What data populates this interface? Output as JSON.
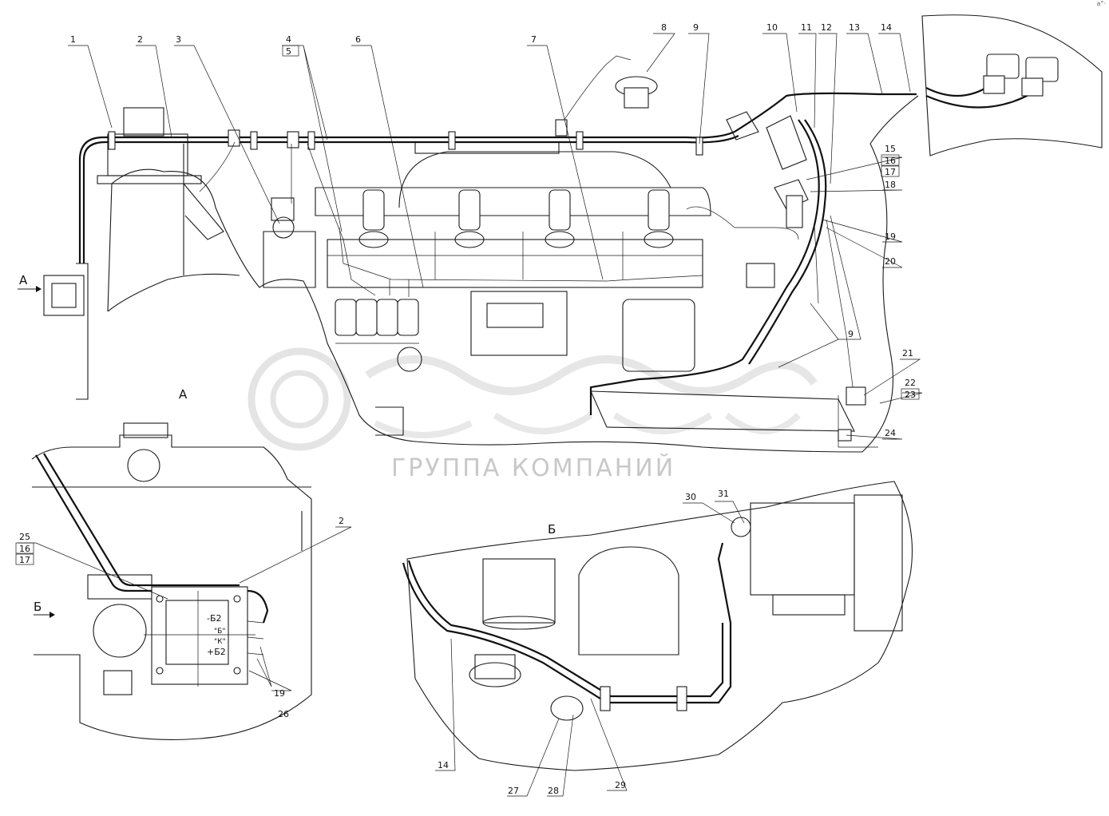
{
  "page": {
    "corner_mark": "a°·"
  },
  "views": {
    "a": "А",
    "b": "Б",
    "arrow_a": "А",
    "arrow_b": "Б"
  },
  "watermark": {
    "tagline": "ГРУППА КОМПАНИЙ"
  },
  "callouts": {
    "c1": "1",
    "c2": "2",
    "c3": "3",
    "c4": "4",
    "c5": "5",
    "c6": "6",
    "c7": "7",
    "c8": "8",
    "c9a": "9",
    "c9b": "9",
    "c10": "10",
    "c11": "11",
    "c12": "12",
    "c13": "13",
    "c14": "14",
    "c15": "15",
    "c16": "16",
    "c17": "17",
    "c18": "18",
    "c19": "19",
    "c20": "20",
    "c21": "21",
    "c22": "22",
    "c23": "23",
    "c24": "24",
    "c25": "25",
    "c16b": "16",
    "c17b": "17",
    "c2b": "2",
    "c19b": "19",
    "c26": "26",
    "c30": "30",
    "c31": "31",
    "c14b": "14",
    "c27": "27",
    "c28": "28",
    "c29": "29"
  },
  "relay_labels": {
    "b2_top": "-Б2",
    "s": "\"Б\"",
    "k": "\"К\"",
    "b2_bottom": "+Б2"
  }
}
